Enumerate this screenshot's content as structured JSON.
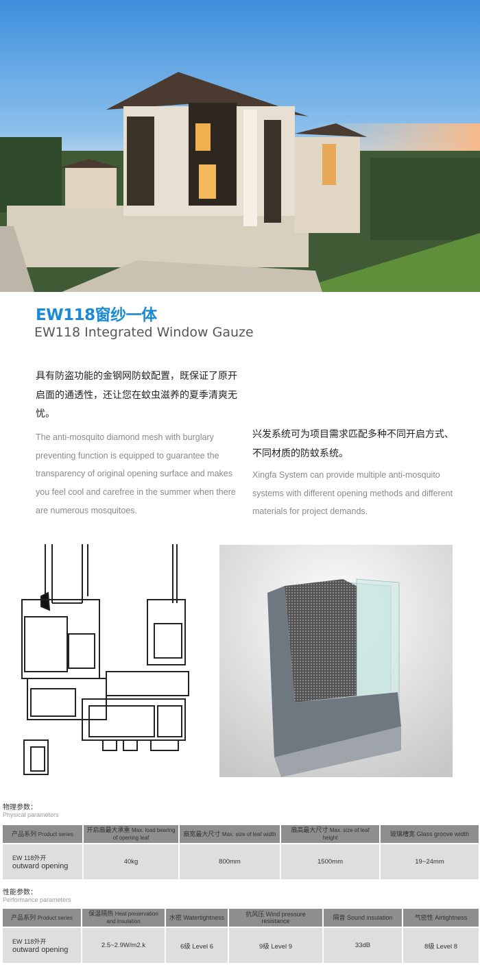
{
  "heading": {
    "title": "EW118窗纱一体",
    "subtitle": "EW118 Integrated Window Gauze"
  },
  "left_block": {
    "zh": "具有防盗功能的金钢网防蚊配置，既保证了原开启面的通透性，还让您在蚊虫滋养的夏季清爽无忧。",
    "en": "The anti-mosquito diamond mesh with burglary preventing function is equipped to guarantee the transparency of original opening surface and makes you feel cool and carefree in the summer when there are numerous mosquitoes."
  },
  "right_block": {
    "zh": "兴发系统可为项目需求匹配多种不同开启方式、不同材质的防蚊系统。",
    "en": "Xingfa System can provide multiple anti-mosquito systems with different opening methods and different materials for project demands."
  },
  "physical": {
    "label_zh": "物理参数：",
    "label_en": "Physical parameters",
    "headers": [
      {
        "zh": "产品系列",
        "en": "Product series"
      },
      {
        "zh": "开启扇最大承重",
        "en": "Max. load bearing of opening leaf"
      },
      {
        "zh": "扇宽最大尺寸",
        "en": "Max. size of leaf width"
      },
      {
        "zh": "扇高最大尺寸",
        "en": "Max. size of leaf  height"
      },
      {
        "zh": "玻璃槽宽",
        "en": "Glass groove width"
      }
    ],
    "row": {
      "series_zh": "EW 118外开",
      "series_en": "outward  opening",
      "values": [
        "40kg",
        "800mm",
        "1500mm",
        "19~24mm"
      ]
    }
  },
  "performance": {
    "label_zh": "性能参数：",
    "label_en": "Performance parameters",
    "headers": [
      {
        "zh": "产品系列",
        "en": "Product series"
      },
      {
        "zh": "保温隔热",
        "en": "Heat preservation and insulation"
      },
      {
        "zh": "水密",
        "en": "Watertightness"
      },
      {
        "zh": "抗风压",
        "en": "Wind pressure resistance"
      },
      {
        "zh": "隔音",
        "en": "Sound insulation"
      },
      {
        "zh": "气密性",
        "en": "Airtightness"
      }
    ],
    "row": {
      "series_zh": "EW 118外开",
      "series_en": "outward  opening",
      "values": [
        "2.5~2.9W/m2.k",
        "6级 Level 6",
        "9级 Level 9",
        "33dB",
        "8级 Level 8"
      ]
    }
  },
  "colors": {
    "accent": "#1a8ad4",
    "table_header": "#8e8e8e",
    "table_cell": "#dedede"
  }
}
